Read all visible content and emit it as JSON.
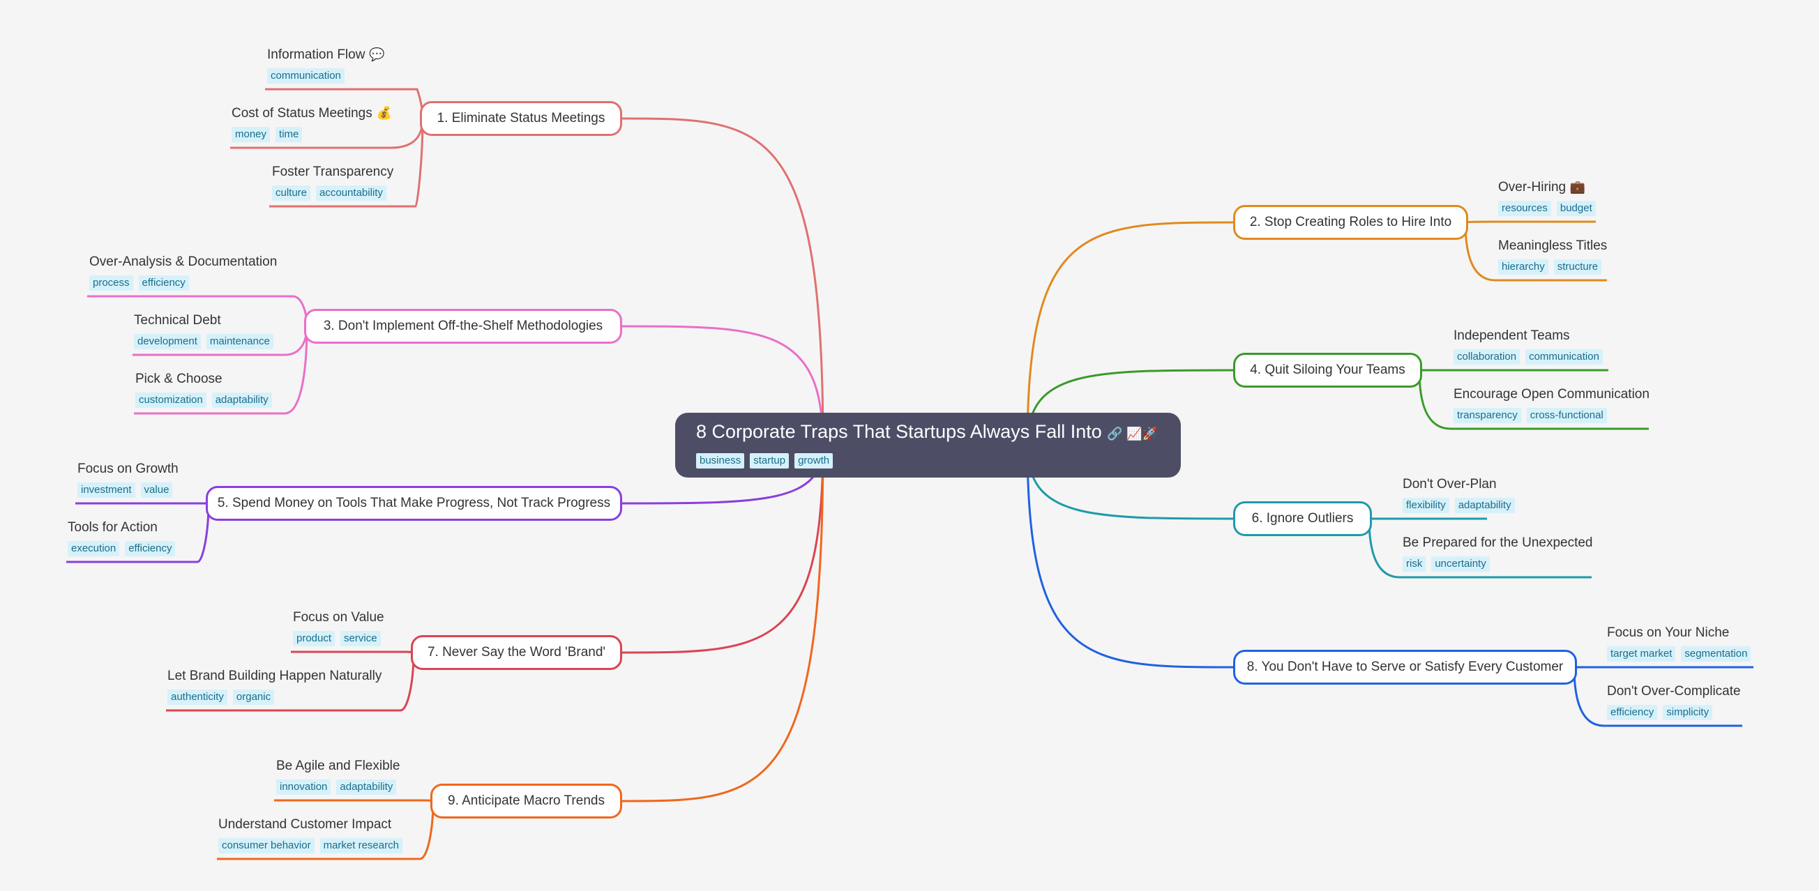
{
  "root": {
    "title": "8 Corporate Traps That Startups Always Fall Into",
    "emoji": "🔗 📈🚀",
    "tags": [
      "business",
      "startup",
      "growth"
    ]
  },
  "branches": [
    {
      "label": "1. Eliminate Status Meetings",
      "color": "#e07070",
      "leaves": [
        {
          "title": "Information Flow",
          "emoji": "💬",
          "tags": [
            "communication"
          ]
        },
        {
          "title": "Cost of Status Meetings",
          "emoji": "💰",
          "tags": [
            "money",
            "time"
          ]
        },
        {
          "title": "Foster Transparency",
          "emoji": "",
          "tags": [
            "culture",
            "accountability"
          ]
        }
      ]
    },
    {
      "label": "2. Stop Creating Roles to Hire Into",
      "color": "#e08a1e",
      "leaves": [
        {
          "title": "Over-Hiring",
          "emoji": "💼",
          "tags": [
            "resources",
            "budget"
          ]
        },
        {
          "title": "Meaningless Titles",
          "emoji": "",
          "tags": [
            "hierarchy",
            "structure"
          ]
        }
      ]
    },
    {
      "label": "3. Don't Implement Off-the-Shelf Methodologies",
      "color": "#e96fc8",
      "leaves": [
        {
          "title": "Over-Analysis & Documentation",
          "emoji": "",
          "tags": [
            "process",
            "efficiency"
          ]
        },
        {
          "title": "Technical Debt",
          "emoji": "",
          "tags": [
            "development",
            "maintenance"
          ]
        },
        {
          "title": "Pick & Choose",
          "emoji": "",
          "tags": [
            "customization",
            "adaptability"
          ]
        }
      ]
    },
    {
      "label": "4. Quit Siloing Your Teams",
      "color": "#3a9a2a",
      "leaves": [
        {
          "title": "Independent Teams",
          "emoji": "",
          "tags": [
            "collaboration",
            "communication"
          ]
        },
        {
          "title": "Encourage Open Communication",
          "emoji": "",
          "tags": [
            "transparency",
            "cross-functional"
          ]
        }
      ]
    },
    {
      "label": "5. Spend Money on Tools That Make Progress, Not Track Progress",
      "color": "#8a3ee0",
      "leaves": [
        {
          "title": "Focus on Growth",
          "emoji": "",
          "tags": [
            "investment",
            "value"
          ]
        },
        {
          "title": "Tools for Action",
          "emoji": "",
          "tags": [
            "execution",
            "efficiency"
          ]
        }
      ]
    },
    {
      "label": "6. Ignore Outliers",
      "color": "#1f9aaa",
      "leaves": [
        {
          "title": "Don't Over-Plan",
          "emoji": "",
          "tags": [
            "flexibility",
            "adaptability"
          ]
        },
        {
          "title": "Be Prepared for the Unexpected",
          "emoji": "",
          "tags": [
            "risk",
            "uncertainty"
          ]
        }
      ]
    },
    {
      "label": "7. Never Say the Word 'Brand'",
      "color": "#db4452",
      "leaves": [
        {
          "title": "Focus on Value",
          "emoji": "",
          "tags": [
            "product",
            "service"
          ]
        },
        {
          "title": "Let Brand Building Happen Naturally",
          "emoji": "",
          "tags": [
            "authenticity",
            "organic"
          ]
        }
      ]
    },
    {
      "label": "8. You Don't Have to Serve or Satisfy Every Customer",
      "color": "#1f62e0",
      "leaves": [
        {
          "title": "Focus on Your Niche",
          "emoji": "",
          "tags": [
            "target market",
            "segmentation"
          ]
        },
        {
          "title": "Don't Over-Complicate",
          "emoji": "",
          "tags": [
            "efficiency",
            "simplicity"
          ]
        }
      ]
    },
    {
      "label": "9. Anticipate Macro Trends",
      "color": "#f0671c",
      "leaves": [
        {
          "title": "Be Agile and Flexible",
          "emoji": "",
          "tags": [
            "innovation",
            "adaptability"
          ]
        },
        {
          "title": "Understand Customer Impact",
          "emoji": "",
          "tags": [
            "consumer behavior",
            "market research"
          ]
        }
      ]
    }
  ]
}
